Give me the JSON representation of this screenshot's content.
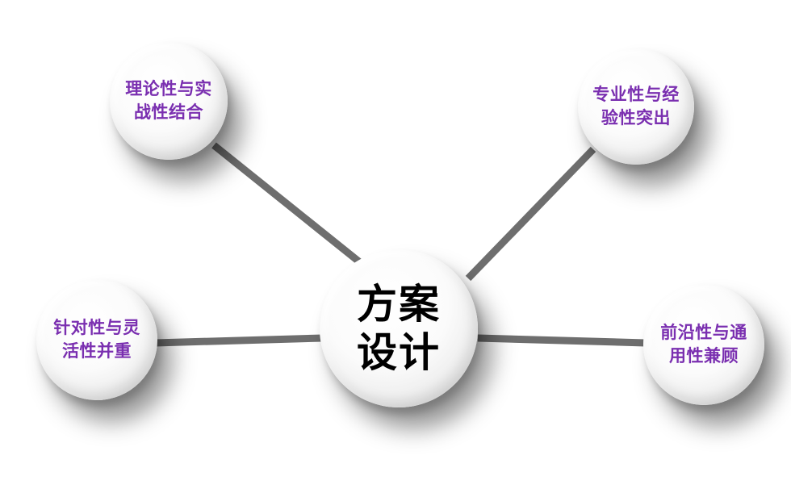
{
  "diagram": {
    "center": {
      "line1": "方案",
      "line2": "设计"
    },
    "nodes": [
      {
        "id": "top-left",
        "line1": "理论性与实",
        "line2": "战性结合"
      },
      {
        "id": "top-right",
        "line1": "专业性与经",
        "line2": "验性突出"
      },
      {
        "id": "middle-left",
        "line1": "针对性与灵",
        "line2": "活性并重"
      },
      {
        "id": "middle-right",
        "line1": "前沿性与通",
        "line2": "用性兼顾"
      }
    ],
    "colors": {
      "label_purple": "#7a2fb0",
      "center_text": "#000000",
      "connector": "#6e6e6e",
      "background": "#ffffff"
    }
  }
}
